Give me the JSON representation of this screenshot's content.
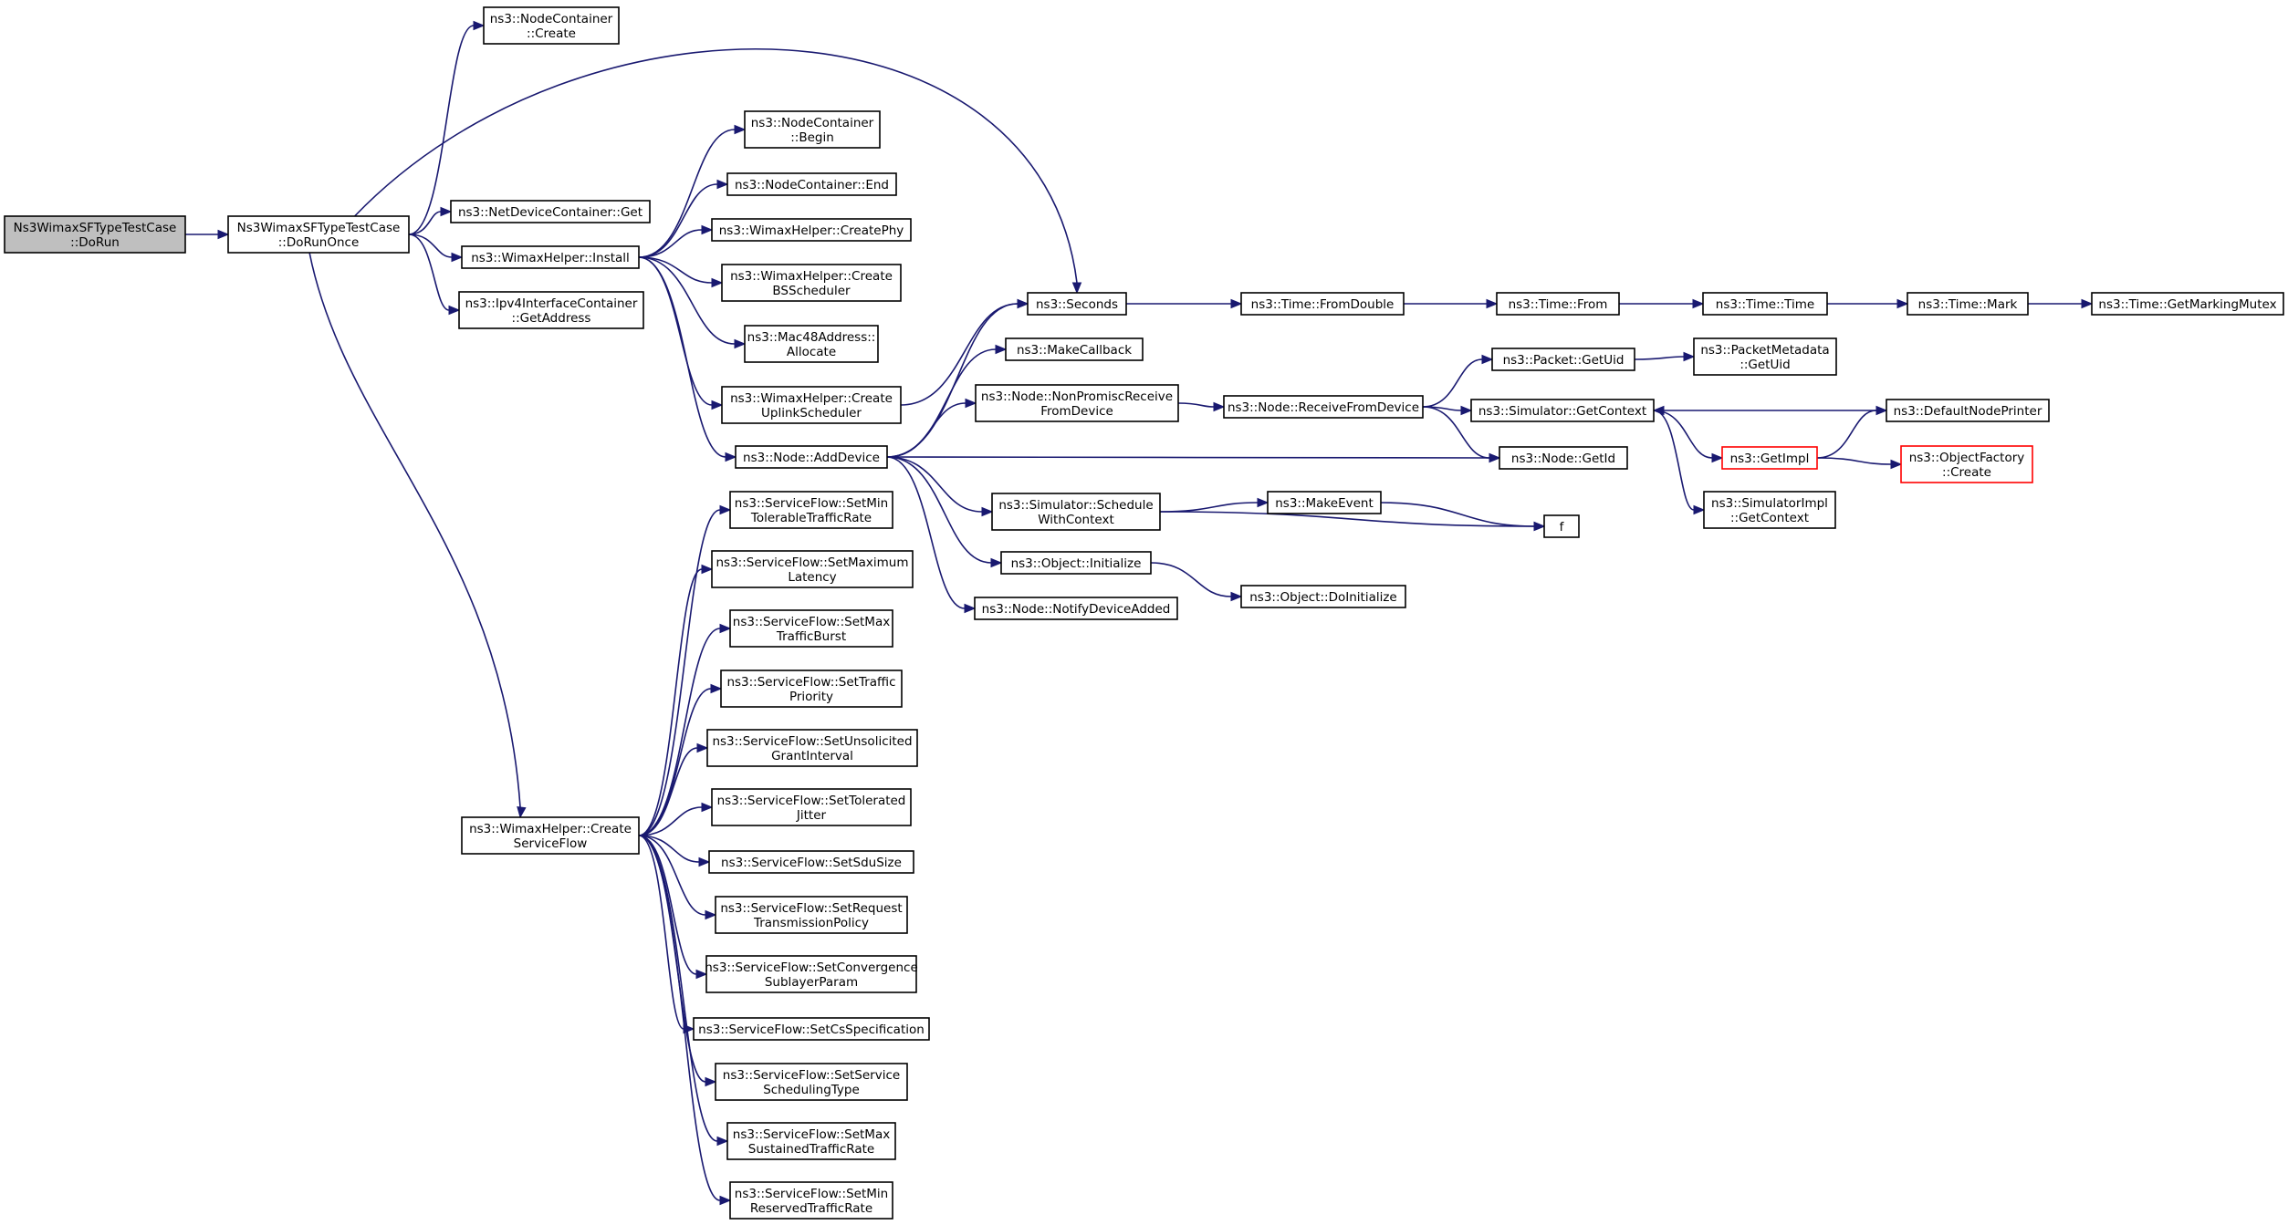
{
  "colors": {
    "edge": "#191970",
    "node_border": "#000000",
    "highlight_border": "#ff0000",
    "root_fill": "#bfbfbf"
  },
  "nodes": [
    {
      "id": "dorun",
      "lines": [
        "Ns3WimaxSFTypeTestCase",
        "::DoRun"
      ],
      "root": true
    },
    {
      "id": "doruncase",
      "lines": [
        "Ns3WimaxSFTypeTestCase",
        "::DoRunOnce"
      ]
    },
    {
      "id": "nc_create",
      "lines": [
        "ns3::NodeContainer",
        "::Create"
      ]
    },
    {
      "id": "ndc_get",
      "lines": [
        "ns3::NetDeviceContainer::Get"
      ]
    },
    {
      "id": "wh_install",
      "lines": [
        "ns3::WimaxHelper::Install"
      ]
    },
    {
      "id": "ipv4_get",
      "lines": [
        "ns3::Ipv4InterfaceContainer",
        "::GetAddress"
      ]
    },
    {
      "id": "wh_csf",
      "lines": [
        "ns3::WimaxHelper::Create",
        "ServiceFlow"
      ]
    },
    {
      "id": "seconds",
      "lines": [
        "ns3::Seconds"
      ]
    },
    {
      "id": "nc_begin",
      "lines": [
        "ns3::NodeContainer",
        "::Begin"
      ]
    },
    {
      "id": "nc_end",
      "lines": [
        "ns3::NodeContainer::End"
      ]
    },
    {
      "id": "wh_phy",
      "lines": [
        "ns3::WimaxHelper::CreatePhy"
      ]
    },
    {
      "id": "wh_bss",
      "lines": [
        "ns3::WimaxHelper::Create",
        "BSScheduler"
      ]
    },
    {
      "id": "mac48",
      "lines": [
        "ns3::Mac48Address::",
        "Allocate"
      ]
    },
    {
      "id": "wh_uls",
      "lines": [
        "ns3::WimaxHelper::Create",
        "UplinkScheduler"
      ]
    },
    {
      "id": "node_add",
      "lines": [
        "ns3::Node::AddDevice"
      ]
    },
    {
      "id": "sf1",
      "lines": [
        "ns3::ServiceFlow::SetMin",
        "TolerableTrafficRate"
      ]
    },
    {
      "id": "sf2",
      "lines": [
        "ns3::ServiceFlow::SetMaximum",
        "Latency"
      ]
    },
    {
      "id": "sf3",
      "lines": [
        "ns3::ServiceFlow::SetMax",
        "TrafficBurst"
      ]
    },
    {
      "id": "sf4",
      "lines": [
        "ns3::ServiceFlow::SetTraffic",
        "Priority"
      ]
    },
    {
      "id": "sf5",
      "lines": [
        "ns3::ServiceFlow::SetUnsolicited",
        "GrantInterval"
      ]
    },
    {
      "id": "sf6",
      "lines": [
        "ns3::ServiceFlow::SetTolerated",
        "Jitter"
      ]
    },
    {
      "id": "sf7",
      "lines": [
        "ns3::ServiceFlow::SetSduSize"
      ]
    },
    {
      "id": "sf8",
      "lines": [
        "ns3::ServiceFlow::SetRequest",
        "TransmissionPolicy"
      ]
    },
    {
      "id": "sf9",
      "lines": [
        "ns3::ServiceFlow::SetConvergence",
        "SublayerParam"
      ]
    },
    {
      "id": "sf10",
      "lines": [
        "ns3::ServiceFlow::SetCsSpecification"
      ]
    },
    {
      "id": "sf11",
      "lines": [
        "ns3::ServiceFlow::SetService",
        "SchedulingType"
      ]
    },
    {
      "id": "sf12",
      "lines": [
        "ns3::ServiceFlow::SetMax",
        "SustainedTrafficRate"
      ]
    },
    {
      "id": "sf13",
      "lines": [
        "ns3::ServiceFlow::SetMin",
        "ReservedTrafficRate"
      ]
    },
    {
      "id": "makecb",
      "lines": [
        "ns3::MakeCallback"
      ]
    },
    {
      "id": "nonprom",
      "lines": [
        "ns3::Node::NonPromiscReceive",
        "FromDevice"
      ]
    },
    {
      "id": "sim_swc",
      "lines": [
        "ns3::Simulator::Schedule",
        "WithContext"
      ]
    },
    {
      "id": "obj_init",
      "lines": [
        "ns3::Object::Initialize"
      ]
    },
    {
      "id": "notify",
      "lines": [
        "ns3::Node::NotifyDeviceAdded"
      ]
    },
    {
      "id": "fromdouble",
      "lines": [
        "ns3::Time::FromDouble"
      ]
    },
    {
      "id": "recvfrom",
      "lines": [
        "ns3::Node::ReceiveFromDevice"
      ]
    },
    {
      "id": "makeevent",
      "lines": [
        "ns3::MakeEvent"
      ]
    },
    {
      "id": "doinit",
      "lines": [
        "ns3::Object::DoInitialize"
      ]
    },
    {
      "id": "time_from",
      "lines": [
        "ns3::Time::From"
      ]
    },
    {
      "id": "pkt_uid",
      "lines": [
        "ns3::Packet::GetUid"
      ]
    },
    {
      "id": "sim_ctx",
      "lines": [
        "ns3::Simulator::GetContext"
      ]
    },
    {
      "id": "node_getid",
      "lines": [
        "ns3::Node::GetId"
      ]
    },
    {
      "id": "f",
      "lines": [
        "f"
      ]
    },
    {
      "id": "time_time",
      "lines": [
        "ns3::Time::Time"
      ]
    },
    {
      "id": "pmd_uid",
      "lines": [
        "ns3::PacketMetadata",
        "::GetUid"
      ]
    },
    {
      "id": "getimpl",
      "lines": [
        "ns3::GetImpl"
      ],
      "highlight": true
    },
    {
      "id": "simimpl_ctx",
      "lines": [
        "ns3::SimulatorImpl",
        "::GetContext"
      ]
    },
    {
      "id": "time_mark",
      "lines": [
        "ns3::Time::Mark"
      ]
    },
    {
      "id": "dnp",
      "lines": [
        "ns3::DefaultNodePrinter"
      ]
    },
    {
      "id": "of_create",
      "lines": [
        "ns3::ObjectFactory",
        "::Create"
      ],
      "highlight": true
    },
    {
      "id": "getmutex",
      "lines": [
        "ns3::Time::GetMarkingMutex"
      ]
    }
  ],
  "edges": [
    [
      "dorun",
      "doruncase"
    ],
    [
      "doruncase",
      "nc_create"
    ],
    [
      "doruncase",
      "seconds"
    ],
    [
      "doruncase",
      "ndc_get"
    ],
    [
      "doruncase",
      "wh_install"
    ],
    [
      "doruncase",
      "ipv4_get"
    ],
    [
      "doruncase",
      "wh_csf"
    ],
    [
      "wh_install",
      "nc_begin"
    ],
    [
      "wh_install",
      "nc_end"
    ],
    [
      "wh_install",
      "wh_phy"
    ],
    [
      "wh_install",
      "wh_bss"
    ],
    [
      "wh_install",
      "mac48"
    ],
    [
      "wh_install",
      "wh_uls"
    ],
    [
      "wh_install",
      "node_add"
    ],
    [
      "wh_uls",
      "seconds"
    ],
    [
      "node_add",
      "seconds"
    ],
    [
      "node_add",
      "makecb"
    ],
    [
      "node_add",
      "nonprom"
    ],
    [
      "node_add",
      "node_getid"
    ],
    [
      "node_add",
      "sim_swc"
    ],
    [
      "node_add",
      "obj_init"
    ],
    [
      "node_add",
      "notify"
    ],
    [
      "wh_csf",
      "sf1"
    ],
    [
      "wh_csf",
      "sf2"
    ],
    [
      "wh_csf",
      "sf3"
    ],
    [
      "wh_csf",
      "sf4"
    ],
    [
      "wh_csf",
      "sf5"
    ],
    [
      "wh_csf",
      "sf6"
    ],
    [
      "wh_csf",
      "sf7"
    ],
    [
      "wh_csf",
      "sf8"
    ],
    [
      "wh_csf",
      "sf9"
    ],
    [
      "wh_csf",
      "sf10"
    ],
    [
      "wh_csf",
      "sf11"
    ],
    [
      "wh_csf",
      "sf12"
    ],
    [
      "wh_csf",
      "sf13"
    ],
    [
      "seconds",
      "fromdouble"
    ],
    [
      "fromdouble",
      "time_from"
    ],
    [
      "time_from",
      "time_time"
    ],
    [
      "time_time",
      "time_mark"
    ],
    [
      "time_mark",
      "getmutex"
    ],
    [
      "nonprom",
      "recvfrom"
    ],
    [
      "recvfrom",
      "pkt_uid"
    ],
    [
      "recvfrom",
      "sim_ctx"
    ],
    [
      "recvfrom",
      "node_getid"
    ],
    [
      "pkt_uid",
      "pmd_uid"
    ],
    [
      "sim_ctx",
      "getimpl"
    ],
    [
      "sim_ctx",
      "simimpl_ctx"
    ],
    [
      "getimpl",
      "dnp"
    ],
    [
      "getimpl",
      "of_create"
    ],
    [
      "dnp",
      "sim_ctx"
    ],
    [
      "sim_swc",
      "makeevent"
    ],
    [
      "sim_swc",
      "f"
    ],
    [
      "makeevent",
      "f"
    ],
    [
      "obj_init",
      "doinit"
    ]
  ]
}
